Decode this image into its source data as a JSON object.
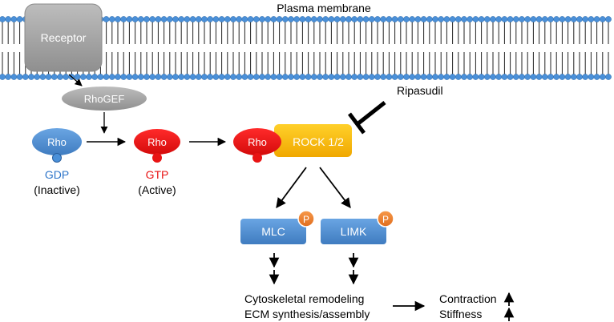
{
  "membrane": {
    "label": "Plasma membrane"
  },
  "receptor": {
    "label": "Receptor"
  },
  "rhogef": {
    "label": "RhoGEF"
  },
  "rho_gdp": {
    "label": "Rho",
    "nucleotide": "GDP",
    "state": "(Inactive)"
  },
  "rho_gtp": {
    "label": "Rho",
    "nucleotide": "GTP",
    "state": "(Active)"
  },
  "complex": {
    "rho_label": "Rho",
    "rock_label": "ROCK 1/2"
  },
  "inhibitor": {
    "label": "Ripasudil"
  },
  "mlc": {
    "label": "MLC",
    "badge": "P"
  },
  "limk": {
    "label": "LIMK",
    "badge": "P"
  },
  "outcome": {
    "line1": "Cytoskeletal remodeling",
    "line2": "ECM synthesis/assembly"
  },
  "effects": {
    "line1": "Contraction",
    "line2": "Stiffness"
  },
  "colors": {
    "membrane_head": "#4a90d9",
    "membrane_tail": "#222222",
    "receptor": "#a6a6a6",
    "rhogef": "#9a9a9a",
    "rho_inactive": "#4a86c8",
    "rho_active": "#e81313",
    "rock": "#f7b500",
    "kinase": "#4a86c8",
    "phospho": "#ee7d2c"
  }
}
